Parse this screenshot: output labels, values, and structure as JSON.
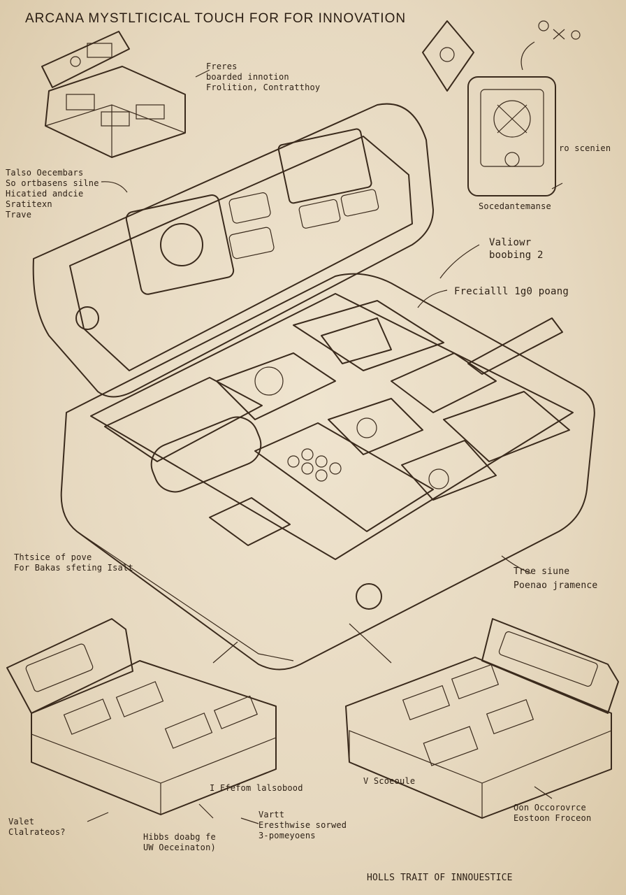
{
  "title": "ARCANA MYSTLTICICAL TOUCH FOR FOR INNOVATION",
  "annotations": {
    "top_left_callout": "Freres\nboarded innotion\nFrolition, Contratthoy",
    "left_callout": "Talso Oecembars\nSo ortbasens silne\nHicatied andcie\nSratitexn\nTrave",
    "right_small_label": "ro scenien",
    "right_small_caption": "Socedantemanse",
    "valious": "Valiowr\nboobing 2",
    "freciall": "Frecialll 1g0 poang",
    "left_mid": "Thtsice of pove\nFor Bakas sfeting Isalt",
    "right_mid": "Tree siune\nPoenao jramence",
    "bottom_left_a": "Valet\nClalrateos?",
    "bottom_left_b": "Hibbs doabg fe\nUW Oeceinaton)",
    "bottom_mid_a": "I Ffefom lalsobood",
    "bottom_mid_b": "Vartt\nEresthwise sorwed\n3-pomeyoens",
    "bottom_right_a": "V Scoeoule",
    "bottom_right_b": "Oon Occorovrce\nEostoon Froceon",
    "footer": "HOLLS TRAIT OF INNOUESTICE"
  },
  "colors": {
    "paper": "#e8dcc6",
    "ink": "#3a2a1c",
    "wood_dark": "#6e5440",
    "wood_mid": "#8c6e55",
    "tray": "#b59a7c",
    "screen": "#cdbb9d"
  }
}
